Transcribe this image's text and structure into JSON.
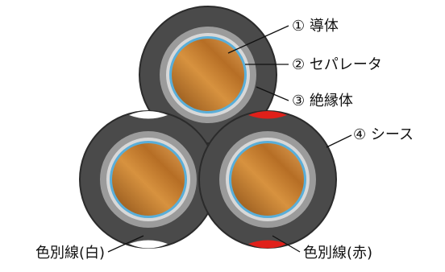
{
  "labels": {
    "conductor": "① 導体",
    "separator": "② セパレータ",
    "insulation": "③ 絶縁体",
    "sheath": "④ シース",
    "marker_white": "色別線(白)",
    "marker_red": "色別線(赤)"
  },
  "colors": {
    "sheath": "#4a4a4a",
    "sheath_edge": "#2b2b2b",
    "insulation": "#9b9b9b",
    "insulation_inner": "#d8d8d8",
    "separator": "#5aaed8",
    "copper_light": "#d7923f",
    "copper_dark": "#8a4f17",
    "marker_white": "#ffffff",
    "marker_red": "#e0201a",
    "leader": "#111111"
  }
}
